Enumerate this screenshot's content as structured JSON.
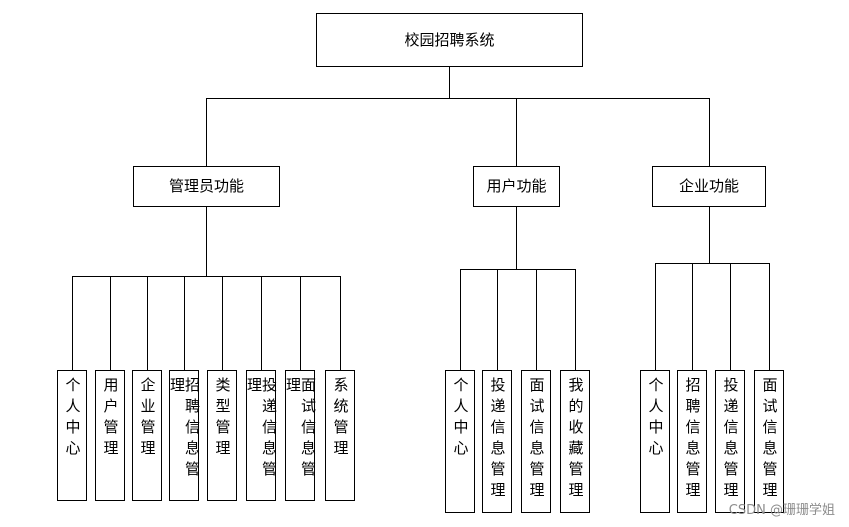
{
  "root": {
    "label": "校园招聘系统"
  },
  "groups": [
    {
      "label": "管理员功能",
      "children": [
        "个人中心",
        "用户管理",
        "企业管理",
        "招聘信息管理",
        "类型管理",
        "投递信息管理",
        "面试信息管理",
        "系统管理"
      ]
    },
    {
      "label": "用户功能",
      "children": [
        "个人中心",
        "投递信息管理",
        "面试信息管理",
        "我的收藏管理"
      ]
    },
    {
      "label": "企业功能",
      "children": [
        "个人中心",
        "招聘信息管理",
        "投递信息管理",
        "面试信息管理"
      ]
    }
  ],
  "watermark": "CSDN @珊珊学姐"
}
